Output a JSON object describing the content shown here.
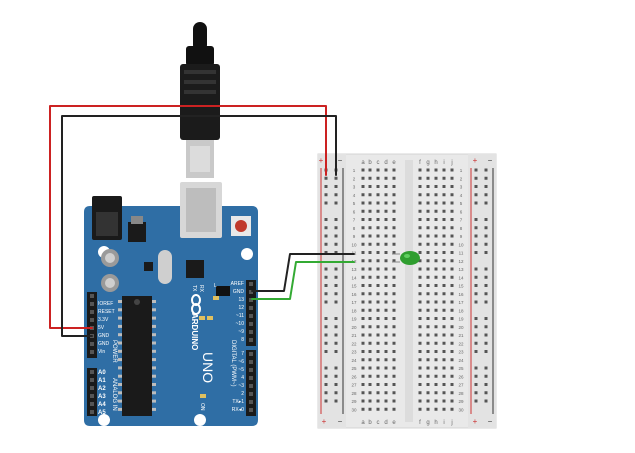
{
  "board": {
    "brand": "ARDUINO",
    "model": "UNO",
    "power_section": "POWER",
    "analog_section": "ANALOG IN",
    "digital_section": "DIGITAL (PWM~)",
    "on_label": "ON",
    "tx_label": "TX",
    "rx_label": "RX",
    "l_label": "L",
    "power_pins": [
      "IOREF",
      "RESET",
      "3.3V",
      "5V",
      "GND",
      "GND",
      "Vin"
    ],
    "analog_pins": [
      "A0",
      "A1",
      "A2",
      "A3",
      "A4",
      "A5"
    ],
    "digital_top": [
      "AREF",
      "GND",
      "13",
      "12",
      "~11",
      "~10",
      "~9",
      "8"
    ],
    "digital_bottom": [
      "7",
      "~6",
      "~5",
      "4",
      "~3",
      "2",
      "TX▸1",
      "RX◂0"
    ]
  },
  "breadboard": {
    "columns_left": [
      "a",
      "b",
      "c",
      "d",
      "e"
    ],
    "columns_right": [
      "f",
      "g",
      "h",
      "i",
      "j"
    ],
    "plus": "+",
    "minus": "−",
    "rows": 30
  },
  "colors": {
    "board_blue": "#2f6ea5",
    "wire_red": "#cc2222",
    "wire_black": "#222222",
    "wire_green": "#33aa33",
    "led_green": "#2f9e2f",
    "breadboard": "#e9e9e9"
  }
}
